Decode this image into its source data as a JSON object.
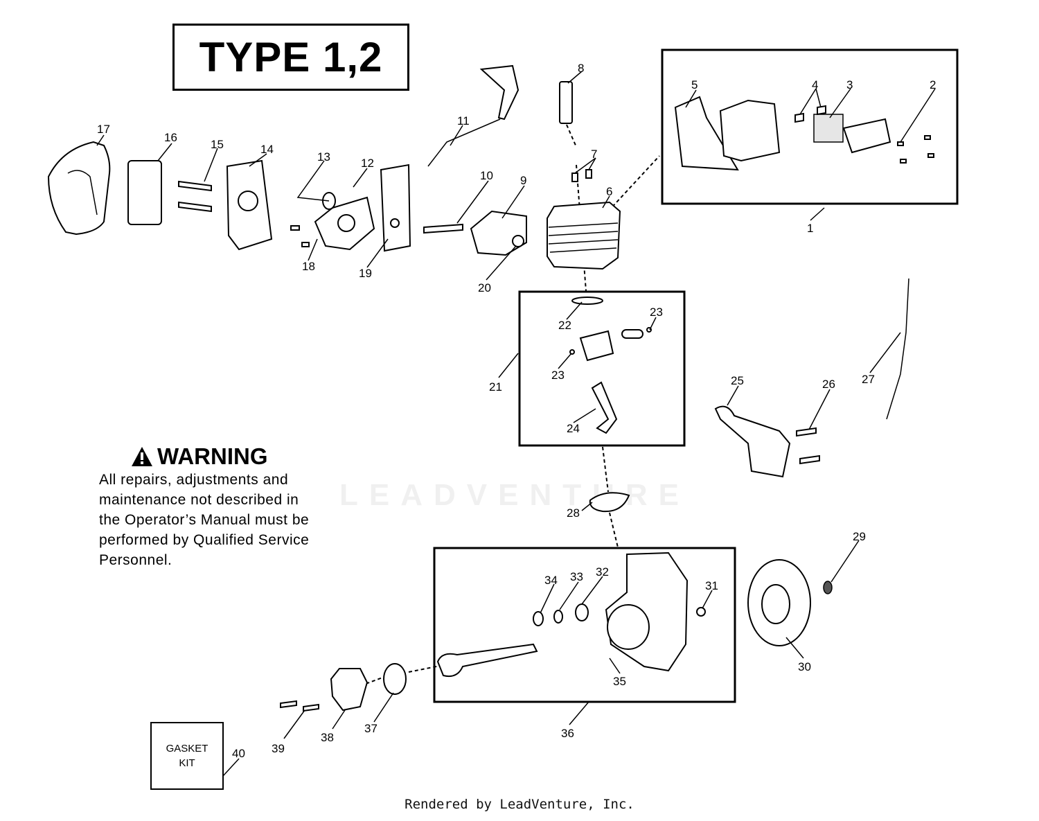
{
  "title": "TYPE 1,2",
  "warning": {
    "heading": "WARNING",
    "lines": [
      "All repairs, adjustments and",
      "maintenance not described in",
      "the Operator’s Manual must be",
      "performed by Qualified Service",
      "Personnel."
    ]
  },
  "gasket_kit": {
    "line1": "GASKET",
    "line2": "KIT"
  },
  "watermark": "LEADVENTURE",
  "footer": "Rendered by LeadVenture, Inc.",
  "callouts": [
    "1",
    "2",
    "3",
    "4",
    "5",
    "6",
    "7",
    "8",
    "9",
    "10",
    "11",
    "12",
    "13",
    "14",
    "15",
    "16",
    "17",
    "18",
    "19",
    "20",
    "21",
    "22",
    "23",
    "23",
    "24",
    "25",
    "26",
    "27",
    "28",
    "29",
    "30",
    "31",
    "32",
    "33",
    "34",
    "35",
    "36",
    "37",
    "38",
    "39",
    "40"
  ]
}
